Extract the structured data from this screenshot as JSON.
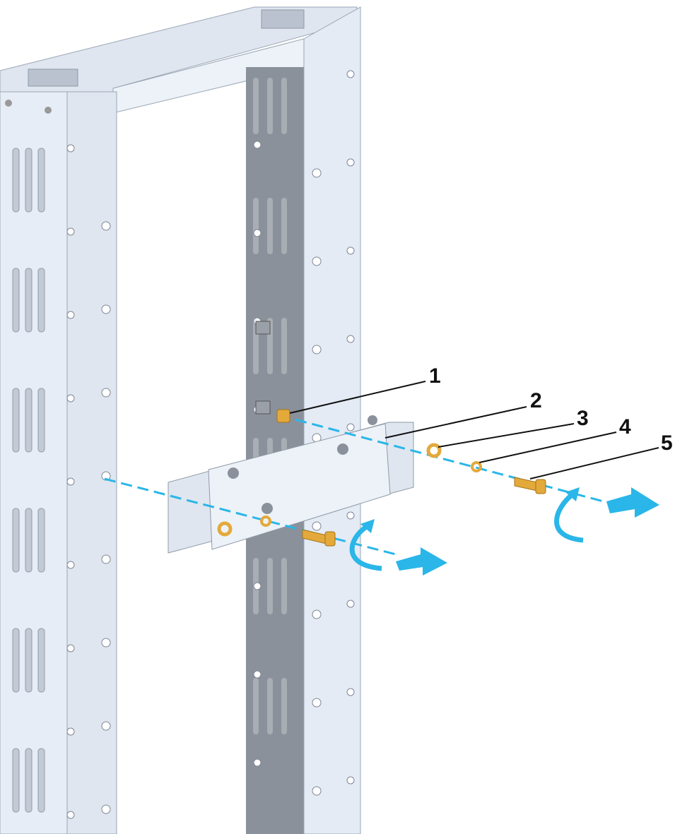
{
  "callouts": [
    {
      "label": "1",
      "part": "nut"
    },
    {
      "label": "2",
      "part": "mounting-bracket"
    },
    {
      "label": "3",
      "part": "flat-washer"
    },
    {
      "label": "4",
      "part": "lock-washer"
    },
    {
      "label": "5",
      "part": "bolt"
    }
  ],
  "colors": {
    "frame_light": "#e4ebf5",
    "frame_shade": "#c9d2de",
    "channel_dark": "#8b919a",
    "hardware": "#e3a93a",
    "assembly_axis": "#2ab6e8"
  }
}
